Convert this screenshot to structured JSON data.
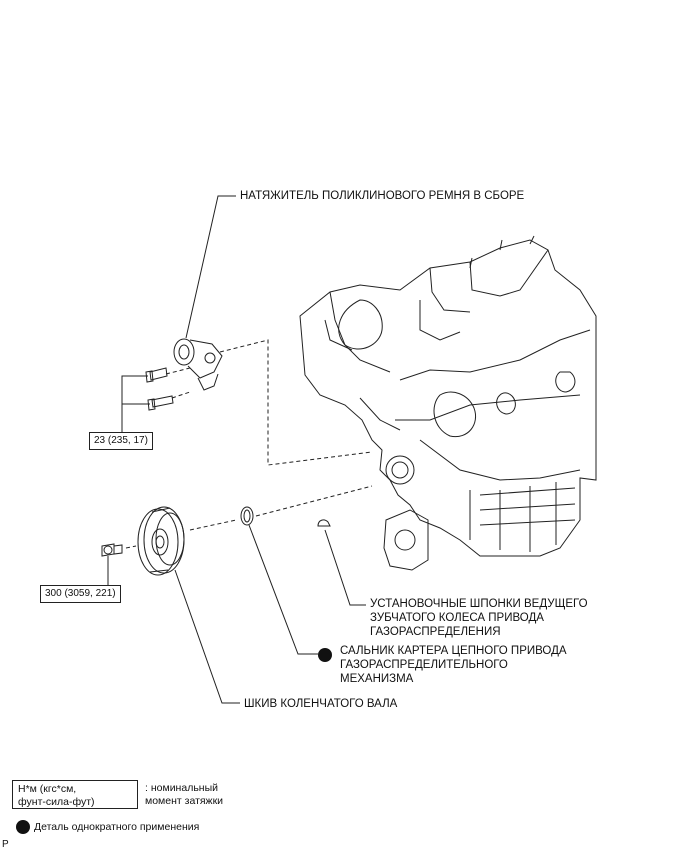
{
  "callouts": {
    "tensioner": "НАТЯЖИТЕЛЬ ПОЛИКЛИНОВОГО РЕМНЯ В СБОРЕ",
    "keys_line1": "УСТАНОВОЧНЫЕ ШПОНКИ ВЕДУЩЕГО",
    "keys_line2": "ЗУБЧАТОГО КОЛЕСА ПРИВОДА",
    "keys_line3": "ГАЗОРАСПРЕДЕЛЕНИЯ",
    "seal_line1": "САЛЬНИК КАРТЕРА ЦЕПНОГО ПРИВОДА",
    "seal_line2": "ГАЗОРАСПРЕДЕЛИТЕЛЬНОГО",
    "seal_line3": "МЕХАНИЗМА",
    "pulley": "ШКИВ КОЛЕНЧАТОГО ВАЛА"
  },
  "torques": {
    "tensioner_bolts": "23 (235, 17)",
    "pulley_bolt": "300 (3059, 221)"
  },
  "legend": {
    "torque_unit_line1": "Н*м (кгс*см,",
    "torque_unit_line2": "фунт-сила-фут)",
    "torque_desc_line1": ": номинальный",
    "torque_desc_line2": "момент затяжки",
    "single_use": "Деталь однократного применения"
  },
  "corner_mark": "P"
}
